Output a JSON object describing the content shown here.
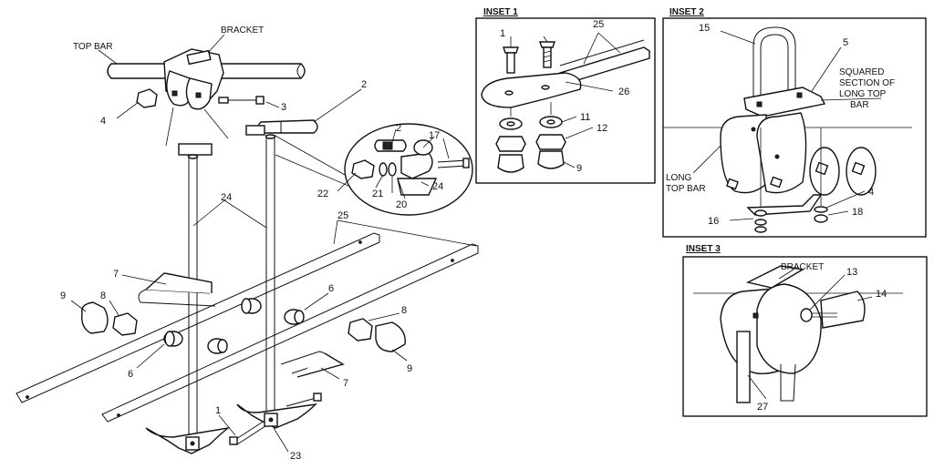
{
  "labels": {
    "top_bar": "TOP BAR",
    "bracket": "BRACKET",
    "inset1": "INSET 1",
    "inset2": "INSET 2",
    "inset3": "INSET 3",
    "squared_1": "SQUARED",
    "squared_2": "SECTION OF",
    "squared_3": "LONG TOP",
    "squared_4": "BAR",
    "long_1": "LONG",
    "long_2": "TOP BAR",
    "bracket3": "BRACKET"
  },
  "callouts": {
    "main": {
      "n4": "4",
      "n3": "3",
      "n2": "2",
      "n24": "24",
      "n25": "25",
      "n7a": "7",
      "n9a": "9",
      "n8a": "8",
      "n6a": "6",
      "n6b": "6",
      "n8b": "8",
      "n9b": "9",
      "n7b": "7",
      "n1": "1",
      "n23": "23"
    },
    "detail": {
      "n2": "2",
      "n17": "17",
      "n22": "22",
      "n21": "21",
      "n20": "20",
      "n24": "24"
    },
    "inset1": {
      "n1": "1",
      "n25": "25",
      "n26": "26",
      "n11": "11",
      "n12": "12",
      "n9": "9"
    },
    "inset2": {
      "n15": "15",
      "n5": "5",
      "n4": "4",
      "n16": "16",
      "n18": "18"
    },
    "inset3": {
      "n13": "13",
      "n14": "14",
      "n27": "27"
    }
  }
}
